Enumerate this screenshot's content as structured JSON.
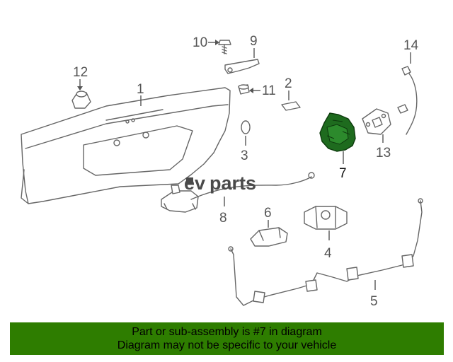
{
  "callouts": {
    "c1": "1",
    "c2": "2",
    "c3": "3",
    "c4": "4",
    "c5": "5",
    "c6": "6",
    "c7": "7",
    "c8": "8",
    "c9": "9",
    "c10": "10",
    "c11": "11",
    "c12": "12",
    "c13": "13",
    "c14": "14"
  },
  "watermark": {
    "prefix": "ev",
    "suffix": "parts"
  },
  "footer": {
    "line1": "Part or sub-assembly is #7 in diagram",
    "line2": "Diagram may not be specific to your vehicle"
  },
  "colors": {
    "highlight_part": "#1e6b1e",
    "footer_bg": "#2e7d00",
    "line": "#666666"
  }
}
